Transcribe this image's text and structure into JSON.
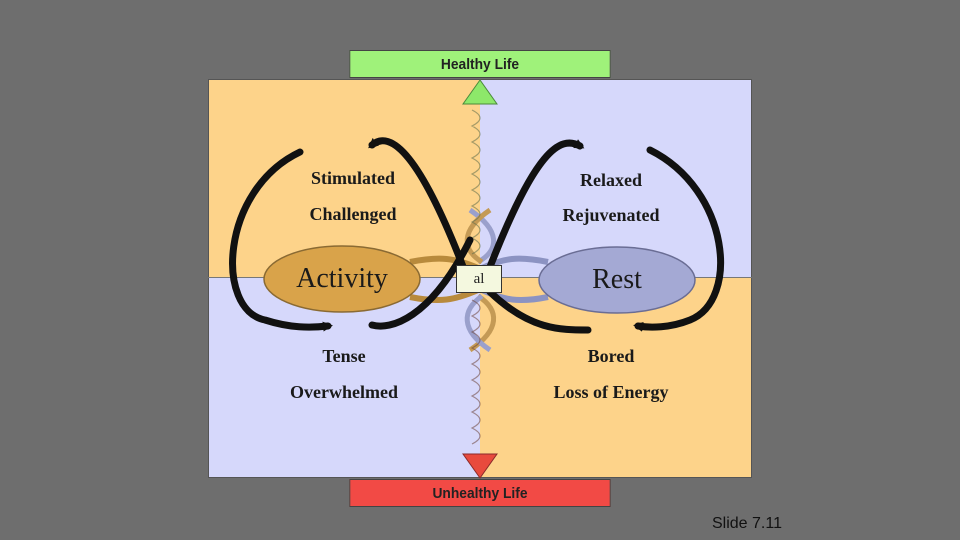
{
  "banners": {
    "top": "Healthy Life",
    "bottom": "Unhealthy Life"
  },
  "quadrants": {
    "top_left": [
      "Stimulated",
      "Challenged"
    ],
    "top_right": [
      "Relaxed",
      "Rejuvenated"
    ],
    "bottom_left": [
      "Tense",
      "Overwhelmed"
    ],
    "bottom_right": [
      "Bored",
      "Loss of Energy"
    ]
  },
  "ovals": {
    "left": "Activity",
    "right": "Rest"
  },
  "center_box": "al",
  "slide_number": "Slide 7.11",
  "colors": {
    "background": "#6e6e6e",
    "warm_quadrant": "#fdd38a",
    "cool_quadrant": "#d6d8fb",
    "activity_oval": "#d9a34a",
    "rest_oval": "#a4a9d4",
    "healthy": "#9ff27a",
    "unhealthy": "#f24a45"
  }
}
